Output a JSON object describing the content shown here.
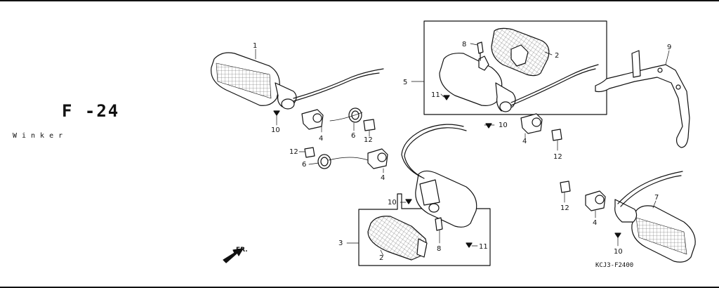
{
  "figure": {
    "number": "F -24",
    "name": "Winker"
  },
  "diagram_code": "KCJ3-F2400",
  "direction_label": "FR.",
  "callouts": {
    "c1": "1",
    "c2a": "2",
    "c2b": "2",
    "c3": "3",
    "c4a": "4",
    "c4b": "4",
    "c4c": "4",
    "c4d": "4",
    "c5": "5",
    "c6a": "6",
    "c6b": "6",
    "c7": "7",
    "c8a": "8",
    "c8b": "8",
    "c9": "9",
    "c10a": "10",
    "c10b": "10",
    "c10c": "10",
    "c10d": "10",
    "c11a": "11",
    "c11b": "11",
    "c12a": "12",
    "c12b": "12",
    "c12c": "12",
    "c12d": "12"
  }
}
